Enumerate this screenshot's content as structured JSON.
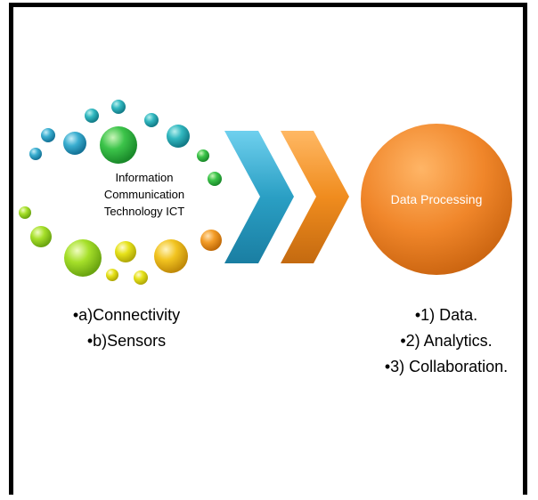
{
  "diagram": {
    "source_label_lines": [
      "Information",
      "Communication",
      "Technology ICT"
    ],
    "target_label": "Data Processing",
    "source_items": [
      "•a)Connectivity",
      "•b)Sensors"
    ],
    "target_items": [
      "•1) Data.",
      "•2) Analytics.",
      "•3) Collaboration."
    ],
    "colors": {
      "arrow_blue": "#2a9fc4",
      "arrow_orange": "#f08c1e",
      "target_circle": "#f0862a",
      "border": "#000000"
    },
    "icons": [
      "bubble-ring",
      "chevron-right-blue",
      "chevron-right-orange",
      "target-circle"
    ]
  }
}
